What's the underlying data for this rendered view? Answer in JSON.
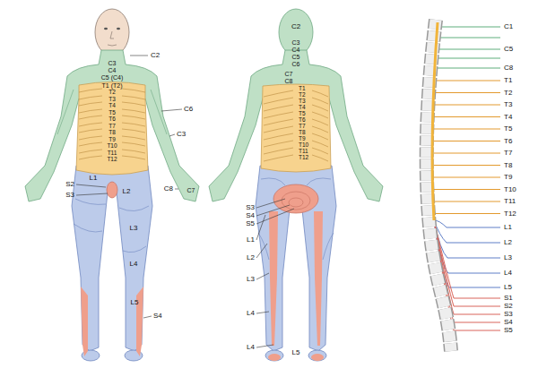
{
  "diagram": {
    "labels": [
      "C2",
      "C3",
      "C4",
      "C5 (C4)",
      "T1 (T2)",
      "T2",
      "T3",
      "T4",
      "T5",
      "T6",
      "T7",
      "T8",
      "T9",
      "T10",
      "T11",
      "T12",
      "L1",
      "S2",
      "S3",
      "L2",
      "L3",
      "L4",
      "L5",
      "S4",
      "C6",
      "C3",
      "C8",
      "C7",
      "C2",
      "C3",
      "C4",
      "C5",
      "C6",
      "C7",
      "C8",
      "T1",
      "T2",
      "T3",
      "T4",
      "T5",
      "T6",
      "T7",
      "T8",
      "T9",
      "T10",
      "T11",
      "T12",
      "S3",
      "S4",
      "S5",
      "L1",
      "L2",
      "L3",
      "L4",
      "L4",
      "L5",
      "C1",
      "C5",
      "C8",
      "T1",
      "T2",
      "T3",
      "T4",
      "T5",
      "T6",
      "T7",
      "T8",
      "T9",
      "T10",
      "T11",
      "T12",
      "L1",
      "L2",
      "L3",
      "L4",
      "L5",
      "S1",
      "S2",
      "S3",
      "S4",
      "S5"
    ]
  }
}
